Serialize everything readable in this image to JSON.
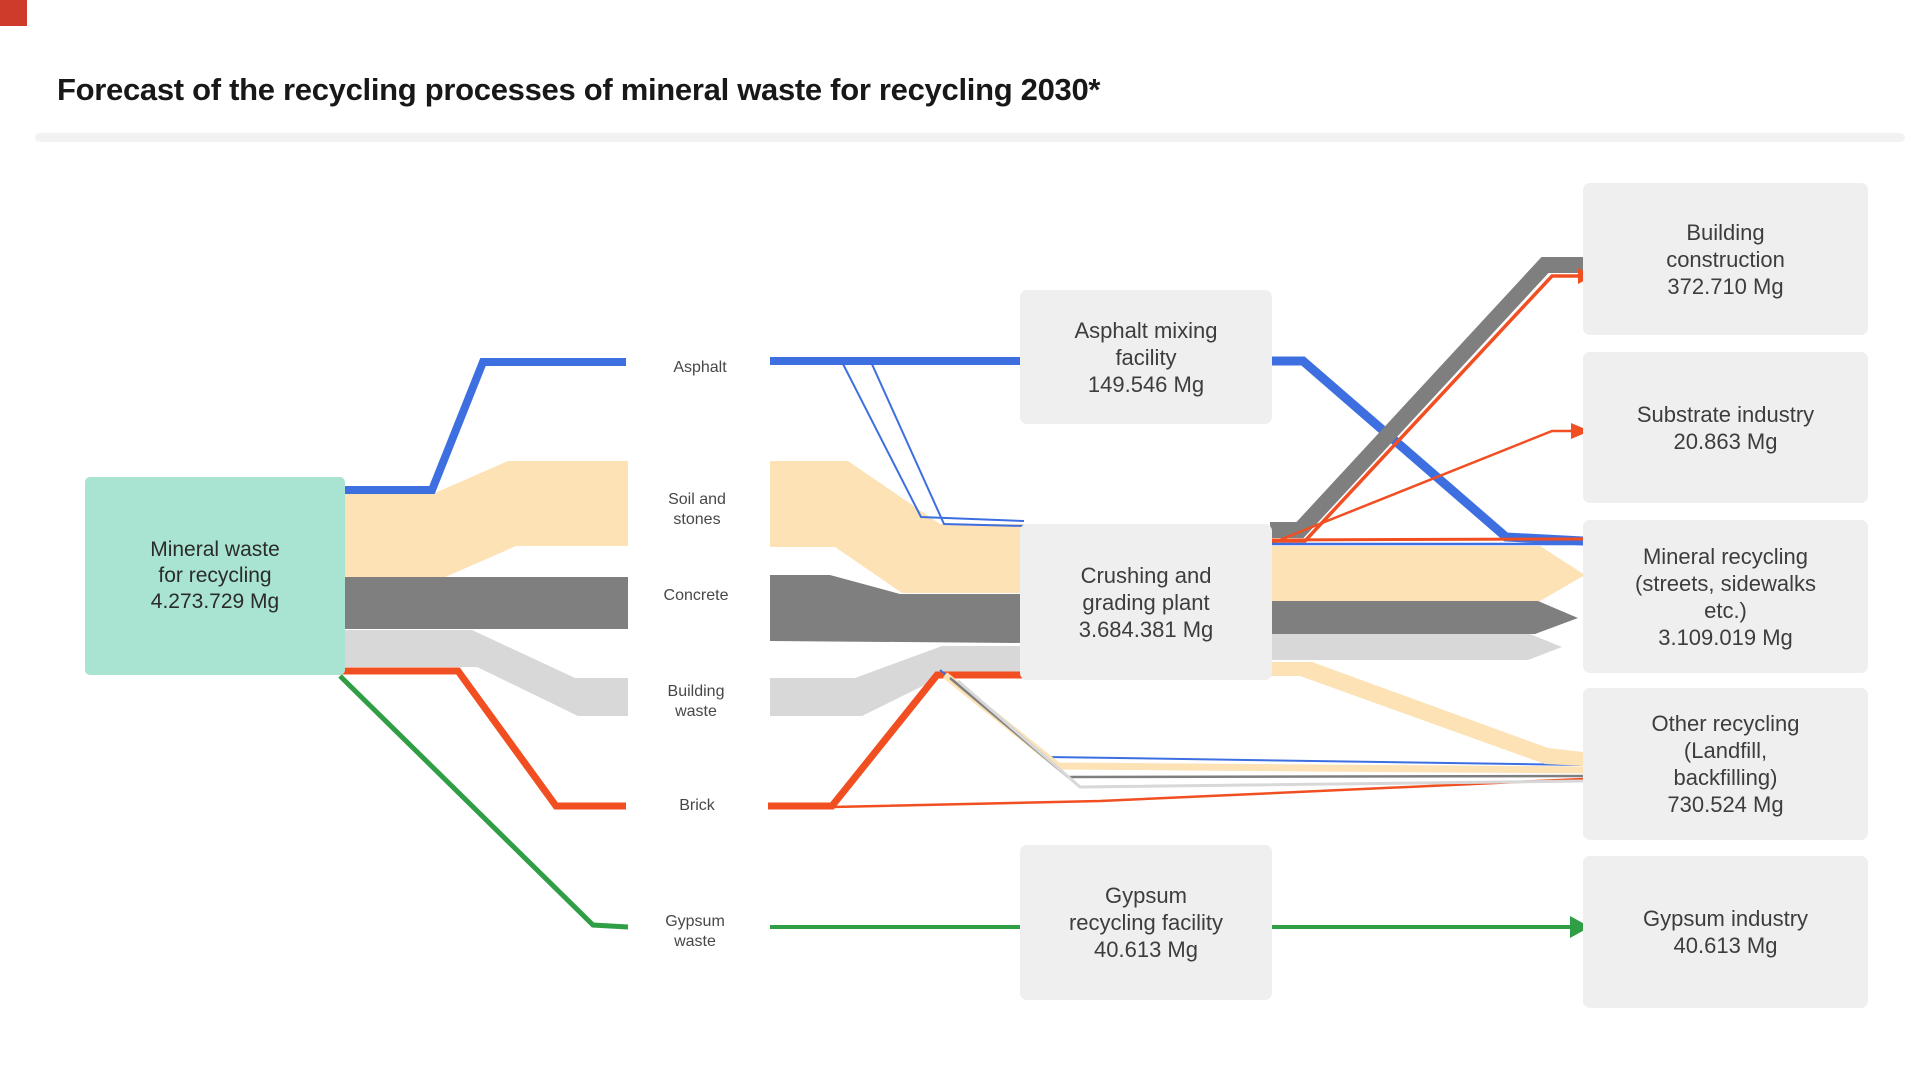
{
  "title": "Forecast of the recycling processes of mineral waste for recycling 2030*",
  "colors": {
    "source_node_fill": "#a8e4d1",
    "node_box_fill": "#efefef",
    "asphalt": "#3e6fe1",
    "soil_and_stones": "#fce2b5",
    "concrete": "#7f7f7f",
    "building_waste": "#d8d8d8",
    "brick": "#f14f21",
    "gypsum": "#2f9e44"
  },
  "source": {
    "lines": [
      "Mineral waste",
      "for recycling"
    ],
    "value": "4.273.729 Mg"
  },
  "materials": [
    {
      "id": "asphalt",
      "lines": [
        "Asphalt"
      ]
    },
    {
      "id": "soil-and-stones",
      "lines": [
        "Soil and",
        "stones"
      ]
    },
    {
      "id": "concrete",
      "lines": [
        "Concrete"
      ]
    },
    {
      "id": "building-waste",
      "lines": [
        "Building",
        "waste"
      ]
    },
    {
      "id": "brick",
      "lines": [
        "Brick"
      ]
    },
    {
      "id": "gypsum-waste",
      "lines": [
        "Gypsum",
        "waste"
      ]
    }
  ],
  "facilities": [
    {
      "lines": [
        "Asphalt mixing",
        "facility"
      ],
      "value": "149.546 Mg"
    },
    {
      "lines": [
        "Crushing and",
        "grading plant"
      ],
      "value": "3.684.381 Mg"
    },
    {
      "lines": [
        "Gypsum",
        "recycling facility"
      ],
      "value": "40.613 Mg"
    }
  ],
  "outputs": [
    {
      "lines": [
        "Building",
        "construction"
      ],
      "value": "372.710 Mg"
    },
    {
      "lines": [
        "Substrate industry"
      ],
      "value": "20.863 Mg"
    },
    {
      "lines": [
        "Mineral recycling",
        "(streets, sidewalks",
        "etc.)"
      ],
      "value": "3.109.019 Mg"
    },
    {
      "lines": [
        "Other recycling",
        "(Landfill,",
        "backfilling)"
      ],
      "value": "730.524 Mg"
    },
    {
      "lines": [
        "Gypsum industry"
      ],
      "value": "40.613 Mg"
    }
  ],
  "chart_data": {
    "type": "sankey",
    "title": "Forecast of the recycling processes of mineral waste for recycling 2030*",
    "unit": "Mg",
    "nodes": [
      {
        "name": "Mineral waste for recycling",
        "value": "4.273.729 Mg",
        "stage": "source"
      },
      {
        "name": "Asphalt",
        "stage": "material"
      },
      {
        "name": "Soil and stones",
        "stage": "material"
      },
      {
        "name": "Concrete",
        "stage": "material"
      },
      {
        "name": "Building waste",
        "stage": "material"
      },
      {
        "name": "Brick",
        "stage": "material"
      },
      {
        "name": "Gypsum waste",
        "stage": "material"
      },
      {
        "name": "Asphalt mixing facility",
        "value": "149.546 Mg",
        "stage": "facility"
      },
      {
        "name": "Crushing and grading plant",
        "value": "3.684.381 Mg",
        "stage": "facility"
      },
      {
        "name": "Gypsum recycling facility",
        "value": "40.613 Mg",
        "stage": "facility"
      },
      {
        "name": "Building construction",
        "value": "372.710 Mg",
        "stage": "output"
      },
      {
        "name": "Substrate industry",
        "value": "20.863 Mg",
        "stage": "output"
      },
      {
        "name": "Mineral recycling (streets, sidewalks etc.)",
        "value": "3.109.019 Mg",
        "stage": "output"
      },
      {
        "name": "Other recycling (Landfill, backfilling)",
        "value": "730.524 Mg",
        "stage": "output"
      },
      {
        "name": "Gypsum industry",
        "value": "40.613 Mg",
        "stage": "output"
      }
    ],
    "links": [
      {
        "source": "Mineral waste for recycling",
        "target": "Asphalt",
        "color": "asphalt"
      },
      {
        "source": "Mineral waste for recycling",
        "target": "Soil and stones",
        "color": "soil_and_stones"
      },
      {
        "source": "Mineral waste for recycling",
        "target": "Concrete",
        "color": "concrete"
      },
      {
        "source": "Mineral waste for recycling",
        "target": "Building waste",
        "color": "building_waste"
      },
      {
        "source": "Mineral waste for recycling",
        "target": "Brick",
        "color": "brick"
      },
      {
        "source": "Mineral waste for recycling",
        "target": "Gypsum waste",
        "color": "gypsum"
      },
      {
        "source": "Asphalt",
        "target": "Asphalt mixing facility",
        "color": "asphalt"
      },
      {
        "source": "Asphalt",
        "target": "Crushing and grading plant",
        "color": "asphalt"
      },
      {
        "source": "Soil and stones",
        "target": "Crushing and grading plant",
        "color": "soil_and_stones"
      },
      {
        "source": "Concrete",
        "target": "Crushing and grading plant",
        "color": "concrete"
      },
      {
        "source": "Building waste",
        "target": "Crushing and grading plant",
        "color": "building_waste"
      },
      {
        "source": "Brick",
        "target": "Crushing and grading plant",
        "color": "brick"
      },
      {
        "source": "Asphalt",
        "target": "Other recycling (Landfill, backfilling)",
        "color": "asphalt"
      },
      {
        "source": "Soil and stones",
        "target": "Other recycling (Landfill, backfilling)",
        "color": "soil_and_stones"
      },
      {
        "source": "Concrete",
        "target": "Other recycling (Landfill, backfilling)",
        "color": "concrete"
      },
      {
        "source": "Building waste",
        "target": "Other recycling (Landfill, backfilling)",
        "color": "building_waste"
      },
      {
        "source": "Brick",
        "target": "Other recycling (Landfill, backfilling)",
        "color": "brick"
      },
      {
        "source": "Gypsum waste",
        "target": "Gypsum recycling facility",
        "color": "gypsum"
      },
      {
        "source": "Asphalt mixing facility",
        "target": "Mineral recycling (streets, sidewalks etc.)",
        "color": "asphalt"
      },
      {
        "source": "Crushing and grading plant",
        "target": "Building construction",
        "color": "concrete"
      },
      {
        "source": "Crushing and grading plant",
        "target": "Building construction",
        "color": "brick"
      },
      {
        "source": "Crushing and grading plant",
        "target": "Substrate industry",
        "color": "brick"
      },
      {
        "source": "Crushing and grading plant",
        "target": "Mineral recycling (streets, sidewalks etc.)",
        "color": "soil_and_stones"
      },
      {
        "source": "Crushing and grading plant",
        "target": "Mineral recycling (streets, sidewalks etc.)",
        "color": "concrete"
      },
      {
        "source": "Crushing and grading plant",
        "target": "Mineral recycling (streets, sidewalks etc.)",
        "color": "building_waste"
      },
      {
        "source": "Crushing and grading plant",
        "target": "Mineral recycling (streets, sidewalks etc.)",
        "color": "brick"
      },
      {
        "source": "Crushing and grading plant",
        "target": "Other recycling (Landfill, backfilling)",
        "color": "soil_and_stones"
      },
      {
        "source": "Gypsum recycling facility",
        "target": "Gypsum industry",
        "color": "gypsum"
      }
    ]
  }
}
